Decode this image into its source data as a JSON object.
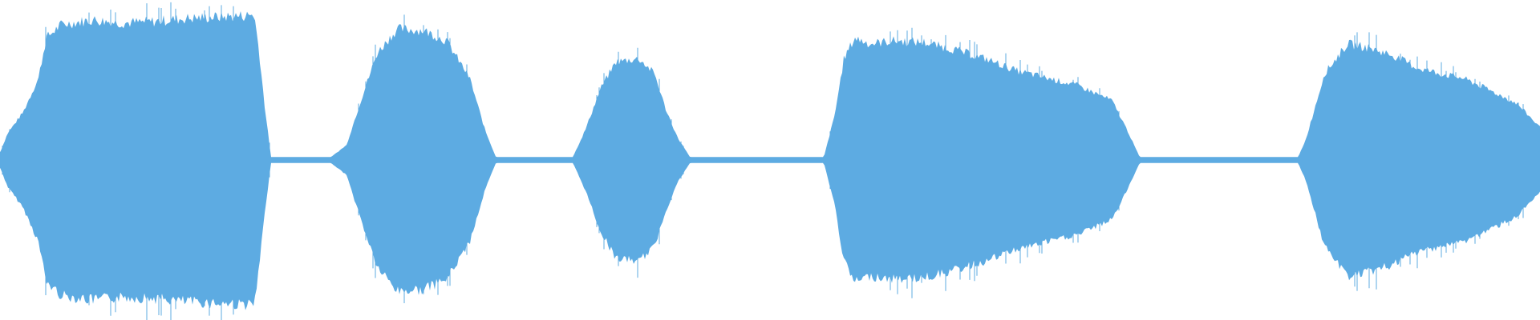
{
  "waveform": {
    "color": "#5dabe2",
    "background": "#ffffff",
    "amplitude_envelope": [
      [
        0.0,
        0.05
      ],
      [
        0.005,
        0.18
      ],
      [
        0.015,
        0.32
      ],
      [
        0.025,
        0.55
      ],
      [
        0.03,
        0.82
      ],
      [
        0.04,
        0.91
      ],
      [
        0.06,
        0.94
      ],
      [
        0.08,
        0.92
      ],
      [
        0.1,
        0.93
      ],
      [
        0.12,
        0.95
      ],
      [
        0.14,
        0.96
      ],
      [
        0.16,
        0.97
      ],
      [
        0.165,
        0.98
      ],
      [
        0.168,
        0.75
      ],
      [
        0.172,
        0.35
      ],
      [
        0.176,
        0.02
      ],
      [
        0.215,
        0.02
      ],
      [
        0.225,
        0.1
      ],
      [
        0.235,
        0.42
      ],
      [
        0.245,
        0.72
      ],
      [
        0.258,
        0.88
      ],
      [
        0.275,
        0.87
      ],
      [
        0.29,
        0.8
      ],
      [
        0.305,
        0.55
      ],
      [
        0.315,
        0.2
      ],
      [
        0.322,
        0.02
      ],
      [
        0.372,
        0.02
      ],
      [
        0.38,
        0.2
      ],
      [
        0.39,
        0.48
      ],
      [
        0.4,
        0.66
      ],
      [
        0.415,
        0.68
      ],
      [
        0.425,
        0.58
      ],
      [
        0.432,
        0.35
      ],
      [
        0.44,
        0.15
      ],
      [
        0.448,
        0.02
      ],
      [
        0.535,
        0.02
      ],
      [
        0.542,
        0.3
      ],
      [
        0.548,
        0.68
      ],
      [
        0.555,
        0.82
      ],
      [
        0.565,
        0.78
      ],
      [
        0.58,
        0.8
      ],
      [
        0.6,
        0.79
      ],
      [
        0.62,
        0.74
      ],
      [
        0.64,
        0.68
      ],
      [
        0.66,
        0.6
      ],
      [
        0.68,
        0.55
      ],
      [
        0.7,
        0.5
      ],
      [
        0.722,
        0.4
      ],
      [
        0.732,
        0.2
      ],
      [
        0.74,
        0.02
      ],
      [
        0.843,
        0.02
      ],
      [
        0.848,
        0.14
      ],
      [
        0.853,
        0.32
      ],
      [
        0.86,
        0.58
      ],
      [
        0.875,
        0.78
      ],
      [
        0.89,
        0.75
      ],
      [
        0.905,
        0.7
      ],
      [
        0.92,
        0.62
      ],
      [
        0.935,
        0.58
      ],
      [
        0.95,
        0.55
      ],
      [
        0.965,
        0.48
      ],
      [
        0.985,
        0.38
      ],
      [
        1.0,
        0.22
      ]
    ],
    "noise_floor": 0.02,
    "seed": 7
  }
}
